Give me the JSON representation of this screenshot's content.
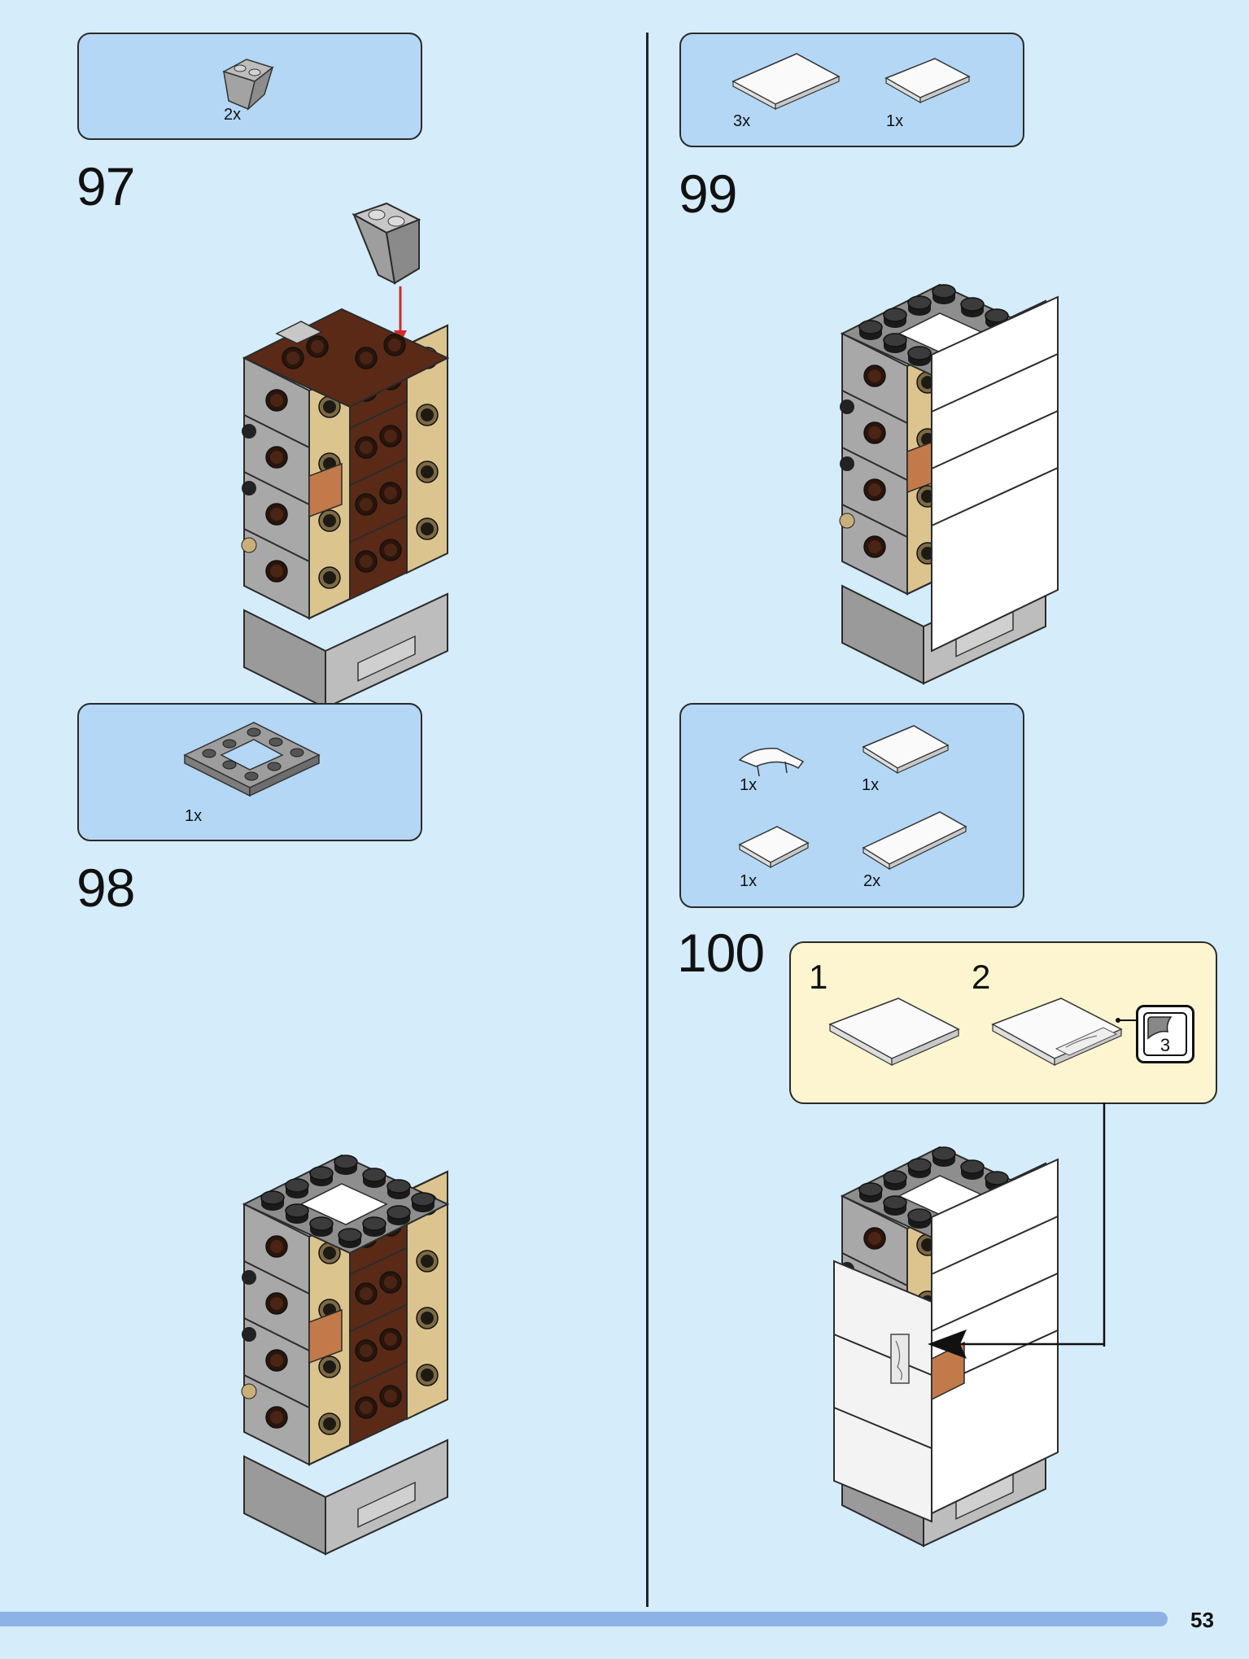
{
  "steps": [
    {
      "number": "97",
      "parts": [
        {
          "qty": "2x",
          "icon": "slope-inverted-gray-icon"
        }
      ]
    },
    {
      "number": "98",
      "parts": [
        {
          "qty": "1x",
          "icon": "plate-frame-gray-icon"
        }
      ]
    },
    {
      "number": "99",
      "parts": [
        {
          "qty": "3x",
          "icon": "tile-white-large-icon"
        },
        {
          "qty": "1x",
          "icon": "tile-white-icon"
        }
      ]
    },
    {
      "number": "100",
      "parts": [
        {
          "qty": "1x",
          "icon": "tile-curved-white-icon"
        },
        {
          "qty": "1x",
          "icon": "tile-white-icon"
        },
        {
          "qty": "1x",
          "icon": "tile-white-small-icon"
        },
        {
          "qty": "2x",
          "icon": "tile-white-long-icon"
        }
      ]
    }
  ],
  "subassembly": {
    "step1": "1",
    "step2": "2",
    "sticker_ref": "3"
  },
  "page_number": "53",
  "colors": {
    "background": "#d5ecfb",
    "partbox": "#b3d7f5",
    "callout": "#fdf5cf",
    "progress": "#8db3e6",
    "arrow": "#d22b2b"
  }
}
